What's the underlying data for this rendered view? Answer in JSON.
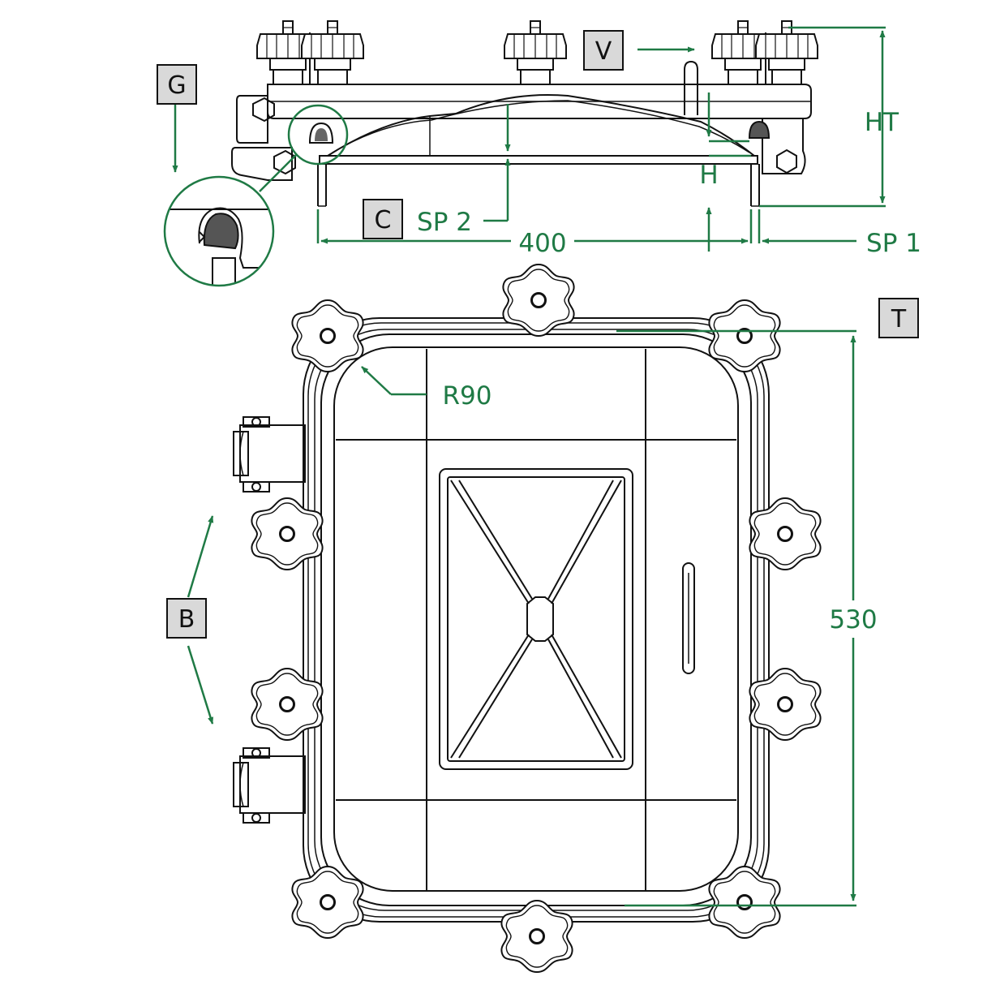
{
  "tags": {
    "g": "G",
    "v": "V",
    "c": "C",
    "t": "T",
    "b": "B"
  },
  "dimensions": {
    "ht": "HT",
    "h": "H",
    "sp2": "SP 2",
    "sp1": "SP 1",
    "width": "400",
    "height": "530",
    "radius": "R90"
  },
  "colors": {
    "dimension": "#1f7a45",
    "line": "#111111",
    "tag_fill": "#d9d9d9",
    "gasket": "#555555"
  }
}
